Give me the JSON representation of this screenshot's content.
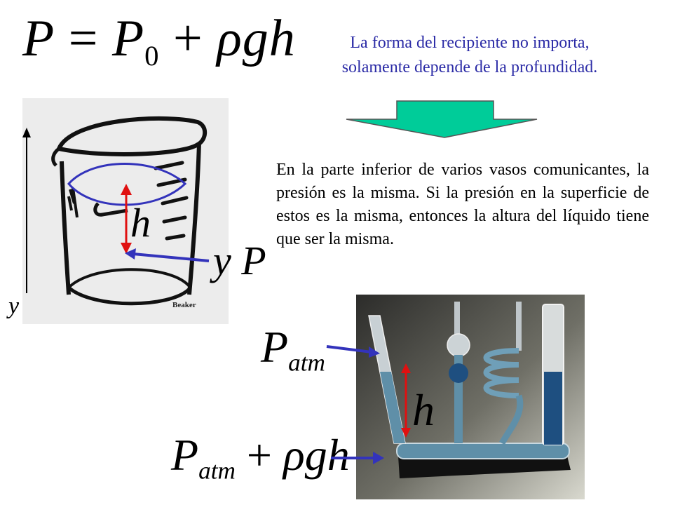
{
  "formula": {
    "main": {
      "lhs": "P",
      "eq": " = ",
      "p0": "P",
      "p0_sub": "0",
      "plus": " + ",
      "rgh": "ρgh"
    }
  },
  "note": {
    "line1": "La forma del recipiente no importa,",
    "line2": "solamente depende de la profundidad."
  },
  "paragraph": "En la parte inferior de varios vasos comunicantes, la presión es la misma. Si la presión en la superficie de estos es la misma, entonces la altura del líquido tiene que ser la misma.",
  "beaker": {
    "brand_text": "Beaker",
    "h_label": "h",
    "yp_label": "y P",
    "y_axis_label": "y"
  },
  "tubes": {
    "h_label": "h",
    "patm": {
      "p": "P",
      "sub": "atm"
    },
    "patm_rgh": {
      "p": "P",
      "sub": "atm",
      "plus": " + ",
      "rgh": "ρgh"
    }
  },
  "colors": {
    "arrow_fill": "#00cc99",
    "note_text": "#2b2ba6",
    "blue_arrow": "#3333bb",
    "red_arrow": "#e01010",
    "liquid": "#1e4f80"
  }
}
